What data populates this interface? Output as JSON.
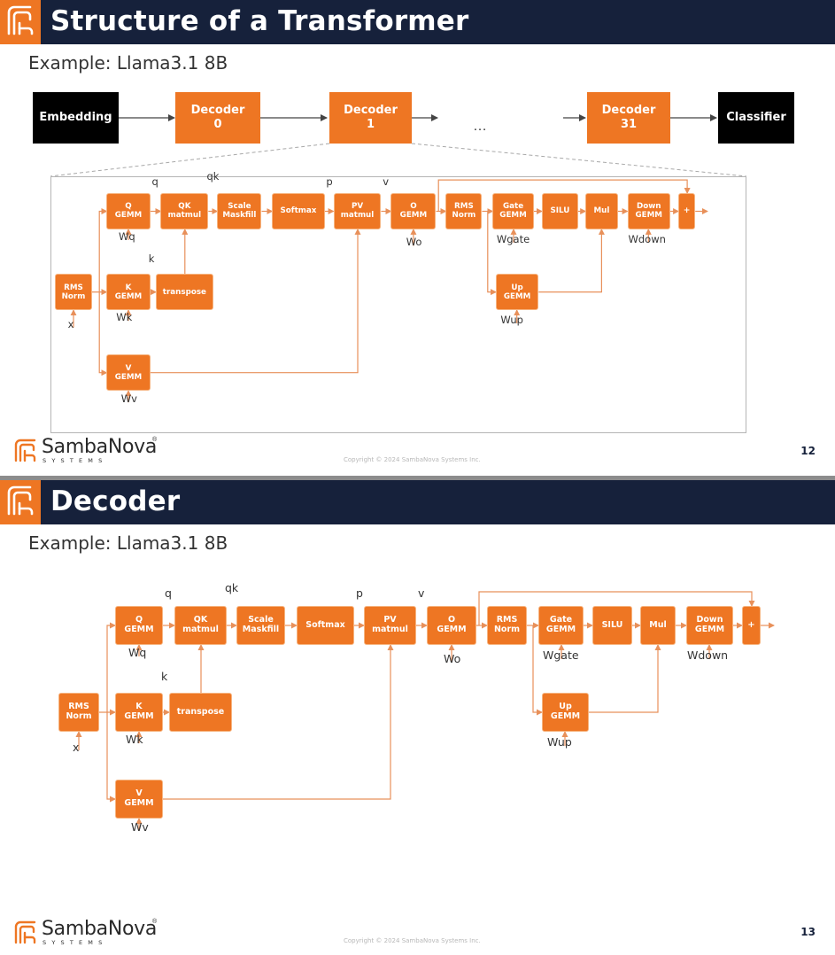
{
  "slide1": {
    "title": "Structure of a Transformer",
    "subtitle": "Example: Llama3.1 8B",
    "page_number": "12",
    "pipeline": [
      {
        "label": "Embedding",
        "style": "black"
      },
      {
        "label": "Decoder\n0",
        "style": "orange"
      },
      {
        "label": "Decoder\n1",
        "style": "orange"
      },
      {
        "label": "Decoder\n31",
        "style": "orange"
      },
      {
        "label": "Classifier",
        "style": "black"
      }
    ],
    "ellipsis": "…"
  },
  "slide2": {
    "title": "Decoder",
    "subtitle": "Example: Llama3.1 8B",
    "page_number": "13"
  },
  "footer": {
    "brand_name": "SambaNova",
    "brand_sub": "SYSTEMS",
    "brand_reg": "®",
    "copyright": "Copyright © 2024 SambaNova Systems Inc."
  },
  "decoder_diagram": {
    "nodes": {
      "rmsnorm1": "RMS\nNorm",
      "q": "Q\nGEMM",
      "k": "K\nGEMM",
      "v": "V\nGEMM",
      "qk": "QK\nmatmul",
      "transpose": "transpose",
      "scale": "Scale\nMaskfill",
      "softmax": "Softmax",
      "pv": "PV\nmatmul",
      "o": "O\nGEMM",
      "rmsnorm2": "RMS\nNorm",
      "gate": "Gate\nGEMM",
      "silu": "SILU",
      "up": "Up\nGEMM",
      "mul": "Mul",
      "down": "Down\nGEMM",
      "add": "+"
    },
    "labels": {
      "q": "q",
      "k": "k",
      "qk": "qk",
      "p": "p",
      "v": "v",
      "x": "x",
      "wq": "Wq",
      "wk": "Wk",
      "wv": "Wv",
      "wo": "Wo",
      "wgate": "Wgate",
      "wup": "Wup",
      "wdown": "Wdown"
    }
  },
  "colors": {
    "accent": "#ee7623",
    "header": "#16213b",
    "node_border": "#f6b480",
    "arrow": "#e8905a"
  },
  "icons": [
    "sambanova-logo-icon"
  ]
}
